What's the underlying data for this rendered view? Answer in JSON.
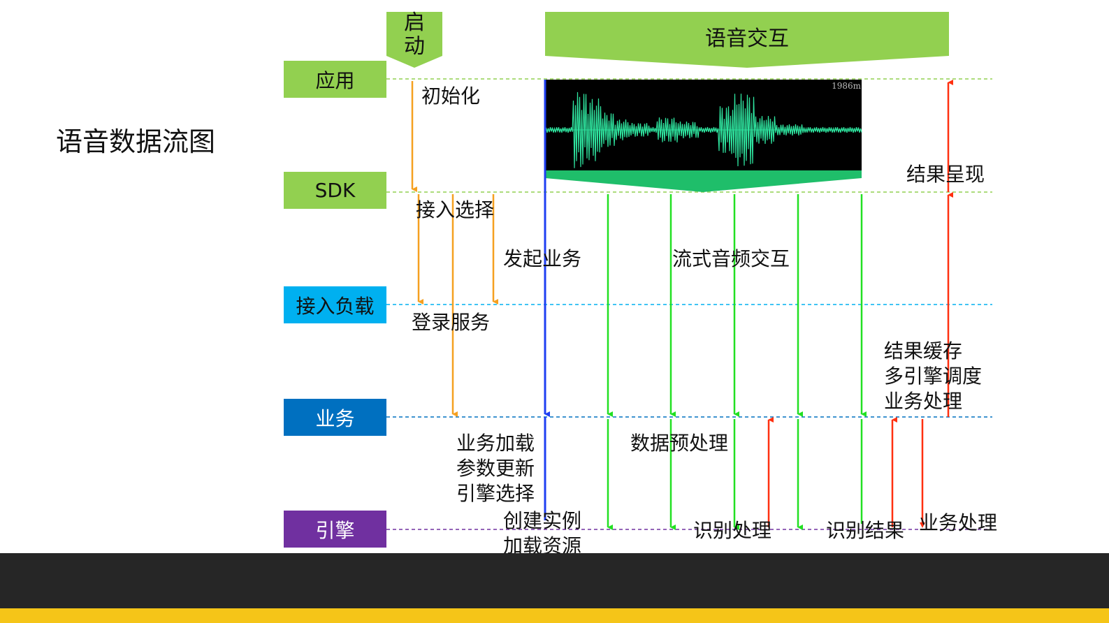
{
  "title": "语音数据流图",
  "lanes": [
    {
      "key": "app",
      "label": "应用",
      "color": "#92d050",
      "line_color": "#92d050"
    },
    {
      "key": "sdk",
      "label": "SDK",
      "color": "#92d050",
      "line_color": "#92d050"
    },
    {
      "key": "access",
      "label": "接入负载",
      "color": "#00b0f0",
      "line_color": "#00b0f0"
    },
    {
      "key": "business",
      "label": "业务",
      "color": "#0070c0",
      "line_color": "#0070c0"
    },
    {
      "key": "engine",
      "label": "引擎",
      "color": "#7030a0",
      "line_color": "#7030a0"
    }
  ],
  "phases": {
    "startup": {
      "line1": "启",
      "line2": "动"
    },
    "voice": "语音交互"
  },
  "waveform_label": "1986m",
  "labels": {
    "init": "初始化",
    "access_select": "接入选择",
    "login": "登录服务",
    "start_business": "发起业务",
    "stream_audio": "流式音频交互",
    "result_show": "结果呈现",
    "business_steps": "业务加载\n参数更新\n引擎选择",
    "data_preprocess": "数据预处理",
    "business_cache": "结果缓存\n多引擎调度\n业务处理",
    "create_instance": "创建实例\n加载资源",
    "recognize": "识别处理",
    "recognize_result": "识别结果",
    "business_process": "业务处理"
  },
  "colors": {
    "orange": "#f5a020",
    "blue": "#1f3ff2",
    "green": "#22e022",
    "red": "#ff3010",
    "phase_green": "#92d050",
    "footer_dark": "#262626",
    "footer_yellow": "#f5c518"
  }
}
